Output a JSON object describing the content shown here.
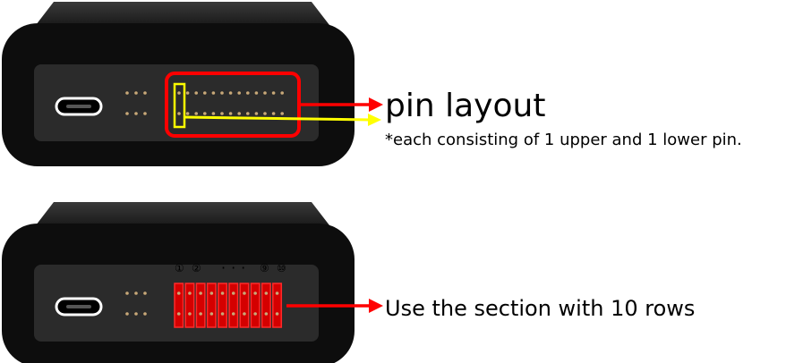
{
  "annotations": {
    "pin_layout": "pin layout",
    "pin_note": "*each consisting of 1 upper and 1 lower pin.",
    "rows_note": "Use the section with 10 rows"
  },
  "row_numbers": {
    "first": "①",
    "second": "②",
    "ellipsis": "···",
    "ninth": "⑨",
    "tenth": "⑩"
  },
  "colors": {
    "device_body": "#0d0d0d",
    "panel": "#2b2b2b",
    "pin": "#c8a878",
    "highlight_red": "#ff0000",
    "highlight_yellow": "#ffff00"
  }
}
